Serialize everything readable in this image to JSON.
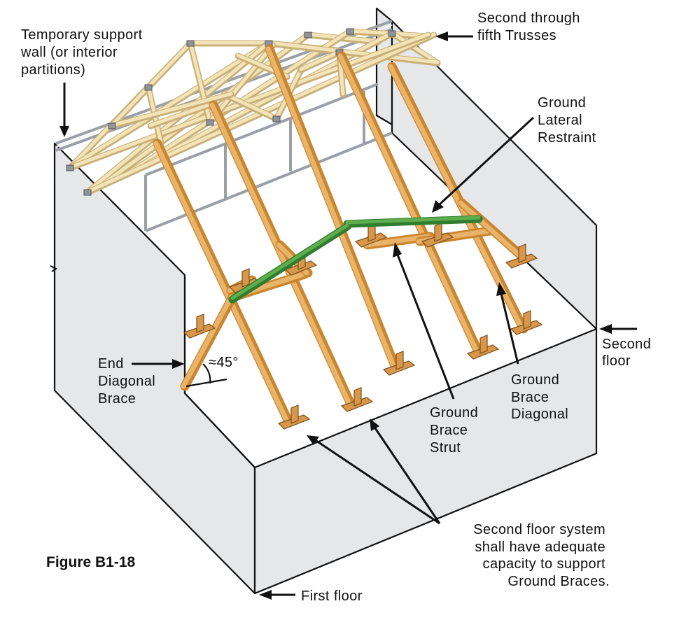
{
  "figure_title": "Figure B1-18",
  "labels": {
    "temporary_support_wall": [
      "Temporary support",
      "wall (or interior",
      "partitions)"
    ],
    "second_through_fifth_trusses": [
      "Second through",
      "fifth Trusses"
    ],
    "ground_lateral_restraint": [
      "Ground",
      "Lateral",
      "Restraint"
    ],
    "second_floor": [
      "Second",
      "floor"
    ],
    "end_diagonal_brace": [
      "End",
      "Diagonal",
      "Brace"
    ],
    "angle": "≈45°",
    "ground_brace_strut": [
      "Ground",
      "Brace",
      "Strut"
    ],
    "ground_brace_diagonal": [
      "Ground",
      "Brace",
      "Diagonal"
    ],
    "second_floor_system_note": [
      "Second floor system",
      "shall have adequate",
      "capacity to support",
      "Ground Braces."
    ],
    "first_floor": "First floor"
  },
  "colors": {
    "wall": "#e6e7e9",
    "truss_lumber": "#f3e4b8",
    "brace_lumber": "#d8974a",
    "lateral_restraint": "#2f7d30",
    "outline": "#111111"
  }
}
